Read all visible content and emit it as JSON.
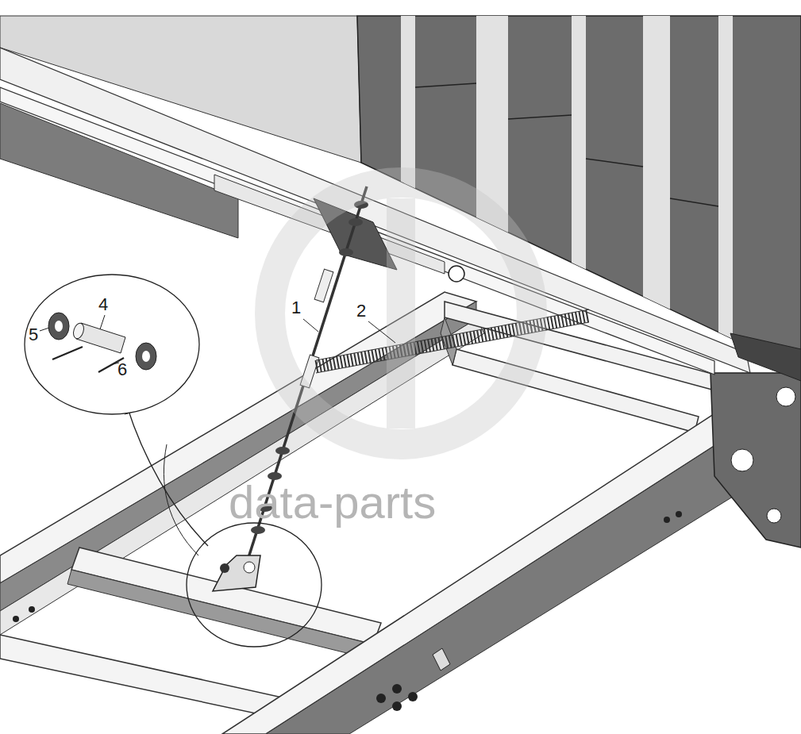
{
  "diagram": {
    "nodes": [
      {
        "text": [
          "4",
          "5",
          "6"
        ]
      }
    ],
    "labels": [
      "1",
      "2",
      "data-parts"
    ]
  }
}
